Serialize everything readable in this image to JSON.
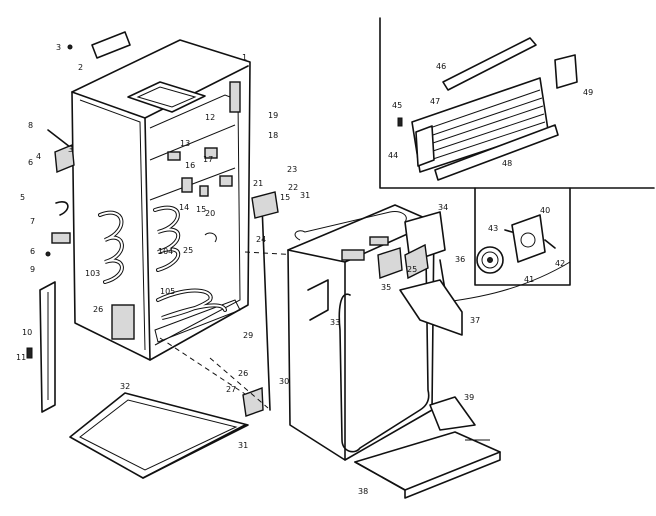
{
  "labels": [
    {
      "text": "3"
    },
    {
      "text": "2"
    },
    {
      "text": "1"
    },
    {
      "text": "12"
    },
    {
      "text": "19"
    },
    {
      "text": "18"
    },
    {
      "text": "13"
    },
    {
      "text": "17"
    },
    {
      "text": "16"
    },
    {
      "text": "14"
    },
    {
      "text": "15"
    },
    {
      "text": "20"
    },
    {
      "text": "21"
    },
    {
      "text": "23"
    },
    {
      "text": "22"
    },
    {
      "text": "31"
    },
    {
      "text": "15"
    },
    {
      "text": "24"
    },
    {
      "text": "25"
    },
    {
      "text": "8"
    },
    {
      "text": "3"
    },
    {
      "text": "4"
    },
    {
      "text": "6"
    },
    {
      "text": "5"
    },
    {
      "text": "7"
    },
    {
      "text": "6"
    },
    {
      "text": "9"
    },
    {
      "text": "103"
    },
    {
      "text": "104"
    },
    {
      "text": "105"
    },
    {
      "text": "26"
    },
    {
      "text": "10"
    },
    {
      "text": "11"
    },
    {
      "text": "29"
    },
    {
      "text": "32"
    },
    {
      "text": "26"
    },
    {
      "text": "27"
    },
    {
      "text": "30"
    },
    {
      "text": "31"
    },
    {
      "text": "33"
    },
    {
      "text": "34"
    },
    {
      "text": "35"
    },
    {
      "text": "25"
    },
    {
      "text": "36"
    },
    {
      "text": "37"
    },
    {
      "text": "38"
    },
    {
      "text": "39"
    },
    {
      "text": "43"
    },
    {
      "text": "40"
    },
    {
      "text": "41"
    },
    {
      "text": "42"
    },
    {
      "text": "46"
    },
    {
      "text": "45"
    },
    {
      "text": "47"
    },
    {
      "text": "44"
    },
    {
      "text": "48"
    },
    {
      "text": "49"
    }
  ]
}
